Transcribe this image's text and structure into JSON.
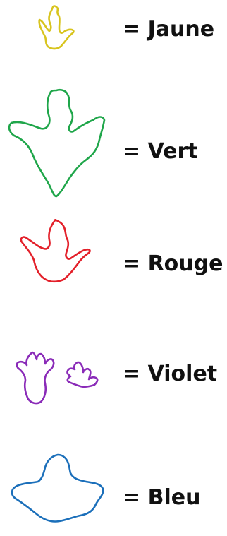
{
  "legend": [
    {
      "label": "= Jaune",
      "color_name": "jaune",
      "color": "#d8c41e",
      "icon": "yellow-footprint-icon"
    },
    {
      "label": "= Vert",
      "color_name": "vert",
      "color": "#1fa64a",
      "icon": "green-footprint-icon"
    },
    {
      "label": "= Rouge",
      "color_name": "rouge",
      "color": "#e3202a",
      "icon": "red-footprint-icon"
    },
    {
      "label": "= Violet",
      "color_name": "violet",
      "color": "#8a2bb8",
      "icon": "purple-footprints-icon"
    },
    {
      "label": "= Bleu",
      "color_name": "bleu",
      "color": "#1b6fba",
      "icon": "blue-footprint-icon"
    }
  ]
}
